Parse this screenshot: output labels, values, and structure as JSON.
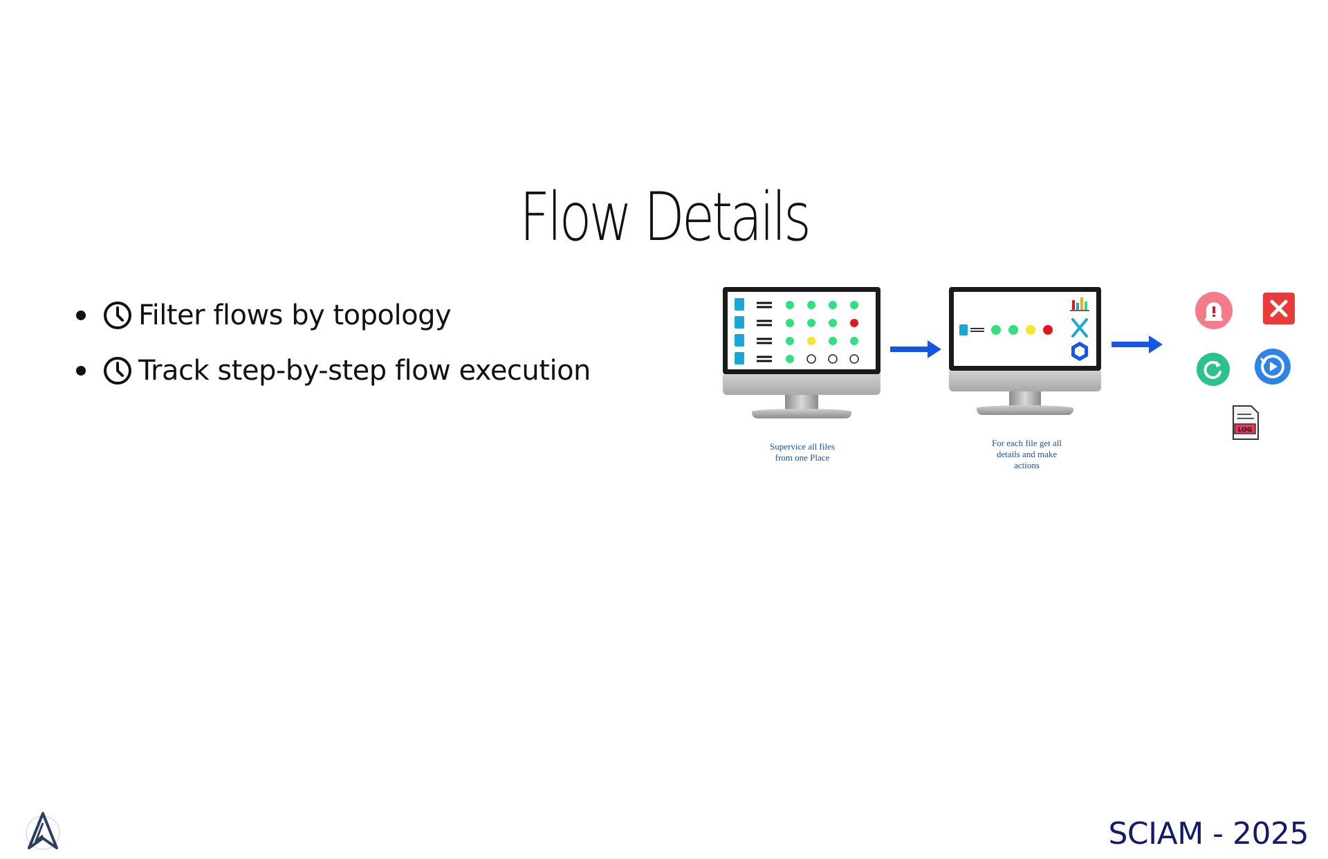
{
  "slide": {
    "title": "Flow Details",
    "bullets": [
      {
        "icon": "clock-icon",
        "text": "Filter flows by topology"
      },
      {
        "icon": "clock-icon",
        "text": "Track step-by-step flow execution"
      }
    ]
  },
  "diagram": {
    "caption_monitor_1": [
      "Supervice all files",
      "from one Place"
    ],
    "caption_monitor_2": [
      "For each file get all",
      "details and make",
      "actions"
    ],
    "log_label": "LOG"
  },
  "footer": {
    "text": "SCIAM - 2025"
  },
  "colors": {
    "green": "#2fe07e",
    "red": "#e3161c",
    "yellow": "#f5e72d",
    "arrow_blue": "#1457e6",
    "file_blue": "#19a7d8",
    "footer_navy": "#12196e"
  }
}
